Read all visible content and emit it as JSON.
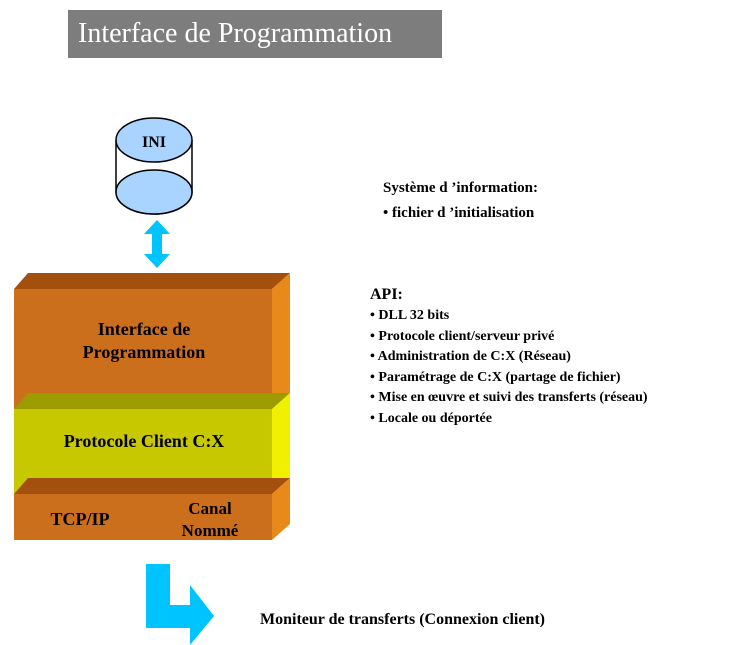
{
  "title": "Interface de Programmation",
  "ini_label": "INI",
  "info": {
    "title": "Système d ’information:",
    "items": [
      "fichier d ’initialisation"
    ]
  },
  "api": {
    "title": "API:",
    "items": [
      "DLL 32 bits",
      "Protocole client/serveur privé",
      "Administration de C:X (Réseau)",
      "Paramétrage de C:X (partage de fichier)",
      "Mise en œuvre et suivi des transferts (réseau)",
      "Locale ou déportée"
    ]
  },
  "stack": {
    "interface_label": "Interface de Programmation",
    "protocol_label": "Protocole Client C:X",
    "tcpip_label": "TCP/IP",
    "canal_label": "Canal Nommé"
  },
  "monitor_label": "Moniteur de transferts (Connexion client)",
  "colors": {
    "title_bg": "#7d7d7d",
    "interface_front": "#cc6f1d",
    "interface_top": "#a3500f",
    "interface_side": "#e8891c",
    "protocol_front": "#c8c800",
    "protocol_top": "#9c9c00",
    "protocol_side": "#f0f000",
    "cylinder": "#a8d4ff",
    "arrow": "#00c4ff"
  }
}
